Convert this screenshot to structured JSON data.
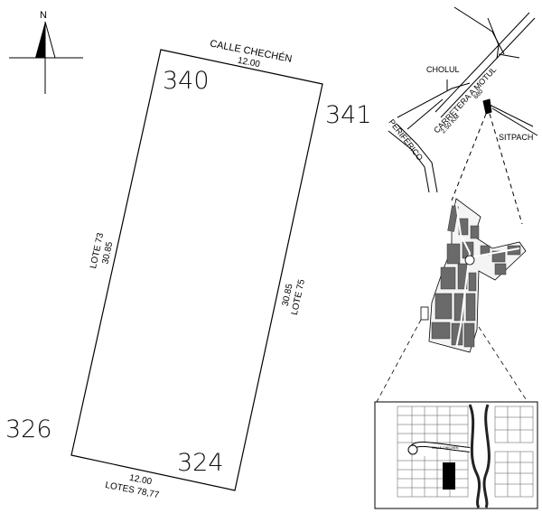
{
  "north_arrow": {
    "label": "N"
  },
  "lot": {
    "top_street": "CALLE CHECHÉN",
    "top_length": "12.00",
    "bottom_length": "12.00",
    "bottom_label": "LOTES 78,77",
    "left_lot": "LOTE 73",
    "left_length": "30.85",
    "right_lot": "LOTE 75",
    "right_length": "30.85",
    "numbers": {
      "top_left": "340",
      "top_right": "341",
      "bottom_left": "326",
      "bottom_right": "324"
    }
  },
  "location_map": {
    "town_1": "CHOLUL",
    "road_1": "CARRETERA A MOTUL",
    "road_1_km": "2.50 KM",
    "road_code": "680",
    "road_2": "PERIFÉRICO",
    "town_2": "SITPACH"
  },
  "detail_map": {
    "street_label": "CALLE CHECHÉN"
  }
}
